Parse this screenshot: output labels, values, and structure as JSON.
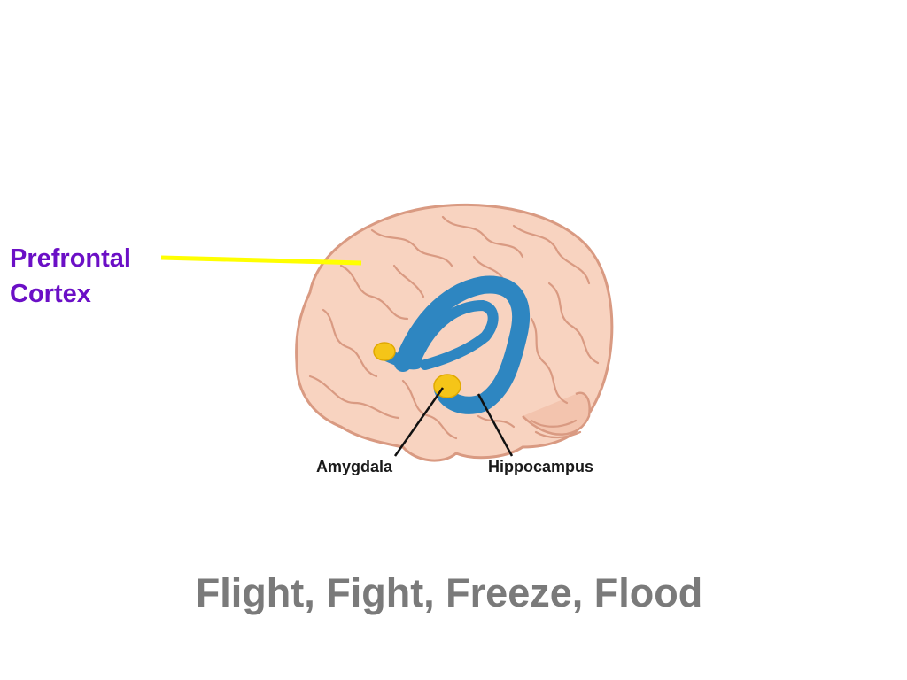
{
  "labels": {
    "prefrontal_line1": "Prefrontal",
    "prefrontal_line2": "Cortex",
    "amygdala": "Amygdala",
    "hippocampus": "Hippocampus"
  },
  "title": "Flight, Fight, Freeze, Flood",
  "colors": {
    "prefrontal_label": "#6b0fc6",
    "pointer_line": "#ffff00",
    "brain_fill": "#f8d3c0",
    "brain_outline": "#d99a82",
    "hippocampus": "#2e86c1",
    "amygdala": "#f5c518",
    "title": "#7a7a7a"
  }
}
